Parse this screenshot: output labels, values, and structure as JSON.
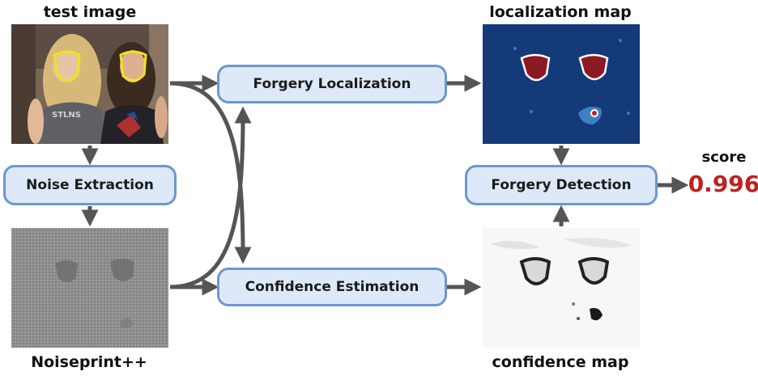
{
  "labels": {
    "test_image": "test image",
    "noiseprint": "Noiseprint++",
    "localization_map": "localization map",
    "confidence_map": "confidence map",
    "score": "score"
  },
  "boxes": {
    "noise_extraction": "Noise Extraction",
    "forgery_localization": "Forgery Localization",
    "confidence_estimation": "Confidence Estimation",
    "forgery_detection": "Forgery Detection"
  },
  "score_value": "0.996",
  "colors": {
    "box_fill": "#dde9f8",
    "box_border": "#6b98cf",
    "arrow": "#555555",
    "score": "#c0201f",
    "heatmap_bg": "#153a7a",
    "heatmap_hot": "#8b1a24",
    "face_outline": "#f3e21a"
  }
}
